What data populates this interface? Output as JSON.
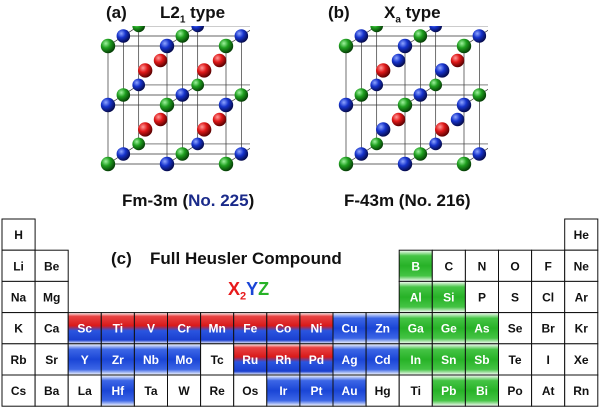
{
  "panel_a": {
    "letter": "(a)",
    "type_label": "L2",
    "type_sub": "1",
    "type_suffix": " type",
    "space_group": "Fm-3m (",
    "space_group_no": "No. 225",
    "space_group_end": ")"
  },
  "panel_b": {
    "letter": "(b)",
    "type_label": "X",
    "type_sub": "a",
    "type_suffix": " type",
    "space_group": "F-43m (No. 216)"
  },
  "panel_c": {
    "letter": "(c)",
    "title": "Full Heusler Compound"
  },
  "formula": {
    "x": "X",
    "sub": "2",
    "y": "Y",
    "z": "Z"
  },
  "colors": {
    "x_red": "#e8191b",
    "y_blue": "#1a45d6",
    "z_green": "#27b227",
    "no_fill": "#ffffff",
    "border": "#111111"
  },
  "rows": [
    [
      {
        "s": "H",
        "c": "none"
      },
      {
        "s": "",
        "c": "gap"
      },
      {
        "s": "",
        "c": "gap"
      },
      {
        "s": "",
        "c": "gap"
      },
      {
        "s": "",
        "c": "gap"
      },
      {
        "s": "",
        "c": "gap"
      },
      {
        "s": "",
        "c": "gap"
      },
      {
        "s": "",
        "c": "gap"
      },
      {
        "s": "",
        "c": "gap"
      },
      {
        "s": "",
        "c": "gap"
      },
      {
        "s": "",
        "c": "gap"
      },
      {
        "s": "",
        "c": "gap"
      },
      {
        "s": "",
        "c": "gap"
      },
      {
        "s": "",
        "c": "gap"
      },
      {
        "s": "",
        "c": "gap"
      },
      {
        "s": "",
        "c": "gap"
      },
      {
        "s": "",
        "c": "gap"
      },
      {
        "s": "He",
        "c": "none"
      }
    ],
    [
      {
        "s": "Li",
        "c": "none"
      },
      {
        "s": "Be",
        "c": "none"
      },
      {
        "s": "",
        "c": "gap"
      },
      {
        "s": "",
        "c": "gap"
      },
      {
        "s": "",
        "c": "gap"
      },
      {
        "s": "",
        "c": "gap"
      },
      {
        "s": "",
        "c": "gap"
      },
      {
        "s": "",
        "c": "gap"
      },
      {
        "s": "",
        "c": "gap"
      },
      {
        "s": "",
        "c": "gap"
      },
      {
        "s": "",
        "c": "gap"
      },
      {
        "s": "",
        "c": "gap"
      },
      {
        "s": "B",
        "c": "green"
      },
      {
        "s": "C",
        "c": "none"
      },
      {
        "s": "N",
        "c": "none"
      },
      {
        "s": "O",
        "c": "none"
      },
      {
        "s": "F",
        "c": "none"
      },
      {
        "s": "Ne",
        "c": "none"
      }
    ],
    [
      {
        "s": "Na",
        "c": "none"
      },
      {
        "s": "Mg",
        "c": "none"
      },
      {
        "s": "",
        "c": "gap"
      },
      {
        "s": "",
        "c": "gap"
      },
      {
        "s": "",
        "c": "gap"
      },
      {
        "s": "",
        "c": "gap"
      },
      {
        "s": "",
        "c": "gap"
      },
      {
        "s": "",
        "c": "gap"
      },
      {
        "s": "",
        "c": "gap"
      },
      {
        "s": "",
        "c": "gap"
      },
      {
        "s": "",
        "c": "gap"
      },
      {
        "s": "",
        "c": "gap"
      },
      {
        "s": "Al",
        "c": "green"
      },
      {
        "s": "Si",
        "c": "green"
      },
      {
        "s": "P",
        "c": "none"
      },
      {
        "s": "S",
        "c": "none"
      },
      {
        "s": "Cl",
        "c": "none"
      },
      {
        "s": "Ar",
        "c": "none"
      }
    ],
    [
      {
        "s": "K",
        "c": "none"
      },
      {
        "s": "Ca",
        "c": "none"
      },
      {
        "s": "Sc",
        "c": "redblue"
      },
      {
        "s": "Ti",
        "c": "redblue"
      },
      {
        "s": "V",
        "c": "redblue"
      },
      {
        "s": "Cr",
        "c": "redblue"
      },
      {
        "s": "Mn",
        "c": "redblue"
      },
      {
        "s": "Fe",
        "c": "redblue"
      },
      {
        "s": "Co",
        "c": "redblue"
      },
      {
        "s": "Ni",
        "c": "redblue"
      },
      {
        "s": "Cu",
        "c": "blue"
      },
      {
        "s": "Zn",
        "c": "blue"
      },
      {
        "s": "Ga",
        "c": "green"
      },
      {
        "s": "Ge",
        "c": "green"
      },
      {
        "s": "As",
        "c": "green"
      },
      {
        "s": "Se",
        "c": "none"
      },
      {
        "s": "Br",
        "c": "none"
      },
      {
        "s": "Kr",
        "c": "none"
      }
    ],
    [
      {
        "s": "Rb",
        "c": "none"
      },
      {
        "s": "Sr",
        "c": "none"
      },
      {
        "s": "Y",
        "c": "blue"
      },
      {
        "s": "Zr",
        "c": "blue"
      },
      {
        "s": "Nb",
        "c": "blue"
      },
      {
        "s": "Mo",
        "c": "blue"
      },
      {
        "s": "Tc",
        "c": "none"
      },
      {
        "s": "Ru",
        "c": "redblue"
      },
      {
        "s": "Rh",
        "c": "redblue"
      },
      {
        "s": "Pd",
        "c": "redblue"
      },
      {
        "s": "Ag",
        "c": "blue"
      },
      {
        "s": "Cd",
        "c": "blue"
      },
      {
        "s": "In",
        "c": "green"
      },
      {
        "s": "Sn",
        "c": "green"
      },
      {
        "s": "Sb",
        "c": "green"
      },
      {
        "s": "Te",
        "c": "none"
      },
      {
        "s": "I",
        "c": "none"
      },
      {
        "s": "Xe",
        "c": "none"
      }
    ],
    [
      {
        "s": "Cs",
        "c": "none"
      },
      {
        "s": "Ba",
        "c": "none"
      },
      {
        "s": "La",
        "c": "none"
      },
      {
        "s": "Hf",
        "c": "blue"
      },
      {
        "s": "Ta",
        "c": "none"
      },
      {
        "s": "W",
        "c": "none"
      },
      {
        "s": "Re",
        "c": "none"
      },
      {
        "s": "Os",
        "c": "none"
      },
      {
        "s": "Ir",
        "c": "blue"
      },
      {
        "s": "Pt",
        "c": "blue"
      },
      {
        "s": "Au",
        "c": "blue"
      },
      {
        "s": "Hg",
        "c": "none"
      },
      {
        "s": "Ti",
        "c": "none"
      },
      {
        "s": "Pb",
        "c": "green"
      },
      {
        "s": "Bi",
        "c": "green"
      },
      {
        "s": "Po",
        "c": "none"
      },
      {
        "s": "At",
        "c": "none"
      },
      {
        "s": "Rn",
        "c": "none"
      }
    ]
  ]
}
